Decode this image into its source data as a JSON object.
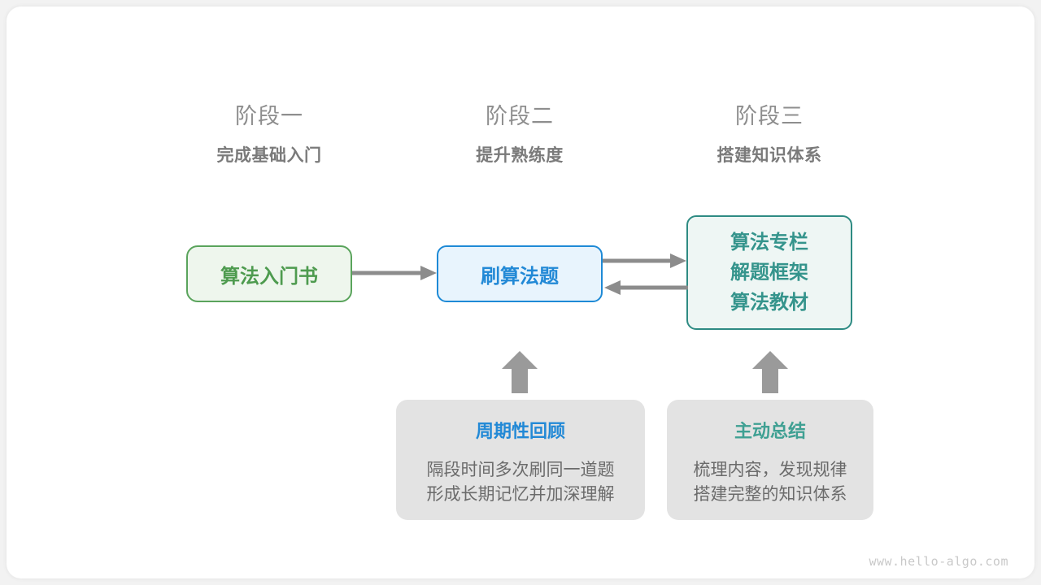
{
  "watermark": "www.hello-algo.com",
  "colors": {
    "green": "#5aa45c",
    "green_fill": "#eef6ed",
    "blue": "#2289d6",
    "blue_fill": "#e8f4fd",
    "teal": "#2e8b83",
    "teal_fill": "#eef6f4",
    "gray_box": "#e3e3e3",
    "arrow": "#8c8c8c",
    "header_text": "#8e8e8e",
    "body_text": "#6b6b6b"
  },
  "stages": [
    {
      "title": "阶段一",
      "subtitle": "完成基础入门"
    },
    {
      "title": "阶段二",
      "subtitle": "提升熟练度"
    },
    {
      "title": "阶段三",
      "subtitle": "搭建知识体系"
    }
  ],
  "nodes": {
    "book": {
      "label": "算法入门书"
    },
    "practice": {
      "label": "刷算法题"
    },
    "resources": {
      "lines": [
        "算法专栏",
        "解题框架",
        "算法教材"
      ]
    }
  },
  "info_boxes": [
    {
      "title": "周期性回顾",
      "line1": "隔段时间多次刷同一道题",
      "line2": "形成长期记忆并加深理解"
    },
    {
      "title": "主动总结",
      "line1": "梳理内容，发现规律",
      "line2": "搭建完整的知识体系"
    }
  ]
}
